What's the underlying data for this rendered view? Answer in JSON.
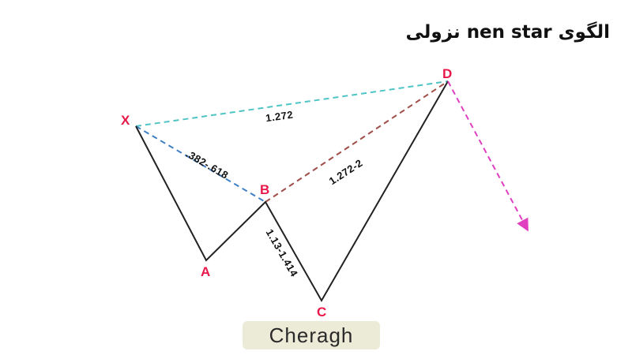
{
  "title": "الگوی nen star نزولی",
  "points": {
    "x": "X",
    "a": "A",
    "b": "B",
    "c": "C",
    "d": "D"
  },
  "ratios": {
    "xd": "1.272",
    "xb": ".382-.618",
    "bd": "1.272-2",
    "bc": "1.13-1.414"
  },
  "brand": {
    "name": "Cheragh"
  },
  "colors": {
    "point_label": "#e8194a",
    "leg_line": "#222222",
    "xd_line": "#4fc4c4",
    "xb_line": "#3f7fc4",
    "bd_line": "#a0504a",
    "projection_arrow": "#e040c0",
    "brand_bg": "#ecebd8"
  }
}
